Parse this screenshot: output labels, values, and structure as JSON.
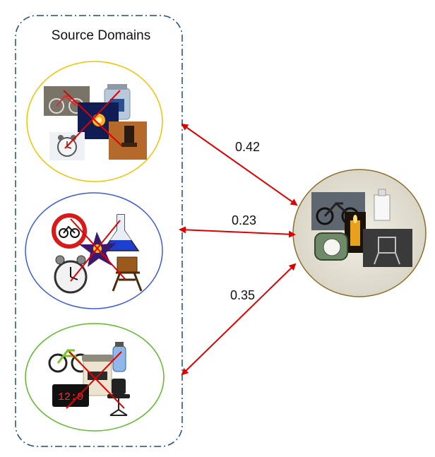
{
  "title": "Source Domains",
  "weights": [
    "0.42",
    "0.23",
    "0.35"
  ],
  "source_domains": [
    {
      "border_color": "#f2c200",
      "objects": [
        "bike-photo-icon",
        "jar-photo-icon",
        "candle-photo-icon",
        "alarm-clock-photo-icon",
        "chair-photo-icon"
      ]
    },
    {
      "border_color": "#3b5bdb",
      "objects": [
        "bike-sign-icon",
        "flask-icon",
        "candle-star-icon",
        "alarm-clock-icon",
        "folding-chair-icon"
      ]
    },
    {
      "border_color": "#5fba2b",
      "objects": [
        "bike-icon",
        "water-bottle-icon",
        "candle-jar-icon",
        "digital-clock-icon",
        "office-chair-icon"
      ]
    }
  ],
  "target_domain": {
    "border_color": "#8a6d2b",
    "objects": [
      "bike-photo-icon",
      "bottle-icon",
      "candle-icon",
      "alarm-clock-icon",
      "chair-photo-icon"
    ]
  },
  "colors": {
    "arrow": "#e00000",
    "cross": "#e00000",
    "dashed_box": "#1f4e79"
  }
}
